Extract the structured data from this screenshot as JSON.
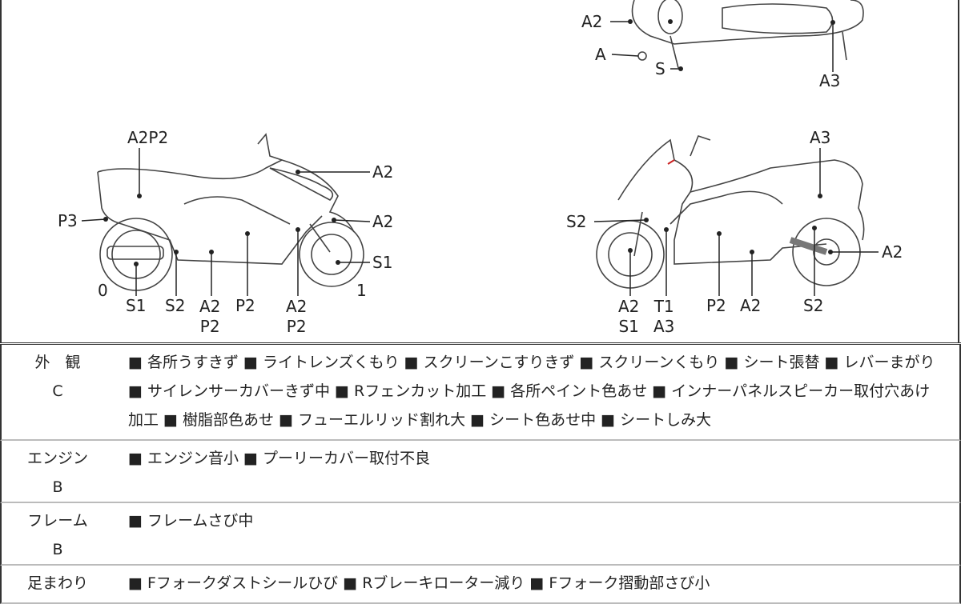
{
  "top_view": {
    "labels": [
      "A2",
      "A",
      "S",
      "A3"
    ]
  },
  "left_view": {
    "labels": [
      "A2P2",
      "A2",
      "P3",
      "A2",
      "S1",
      "0",
      "1",
      "S1",
      "S2",
      "A2\nP2",
      "P2",
      "A2\nP2"
    ]
  },
  "right_view": {
    "labels": [
      "A3",
      "S2",
      "A2",
      "A2\nS1",
      "T1\nA3",
      "P2",
      "A2",
      "S2"
    ]
  },
  "table": [
    {
      "name": "外　観",
      "grade": "C",
      "items": "■ 各所うすきず ■ ライトレンズくもり ■ スクリーンこすりきず ■ スクリーンくもり ■ シート張替 ■ レバーまがり ■ サイレンサーカバーきず中 ■ Rフェンカット加工 ■ 各所ペイント色あせ ■ インナーパネルスピーカー取付穴あけ加工 ■ 樹脂部色あせ ■ フューエルリッド割れ大 ■ シート色あせ中 ■ シートしみ大"
    },
    {
      "name": "エンジン",
      "grade": "B",
      "items": "■ エンジン音小 ■ プーリーカバー取付不良"
    },
    {
      "name": "フレーム",
      "grade": "B",
      "items": "■ フレームさび中"
    },
    {
      "name": "足まわり",
      "grade": "",
      "items": "■ Fフォークダストシールひび ■ Rブレーキローター減り ■ Fフォーク摺動部さび小"
    }
  ]
}
